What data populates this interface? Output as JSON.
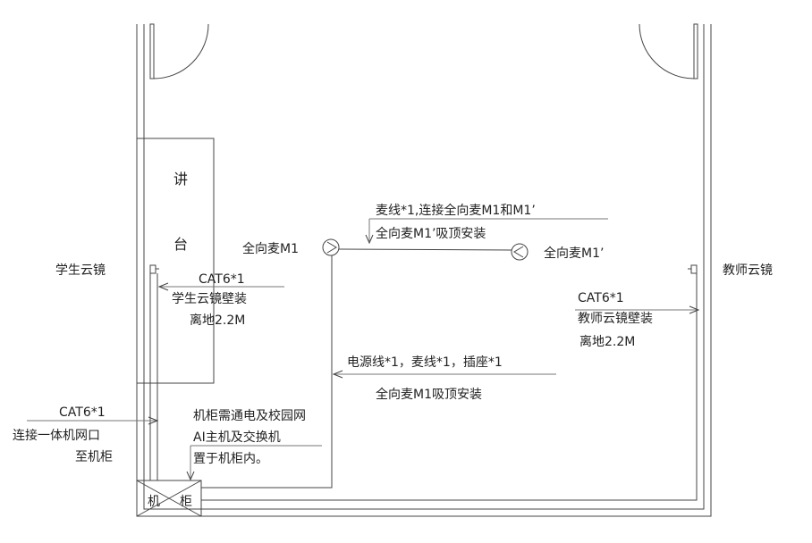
{
  "podium": {
    "char_top": "讲",
    "char_bottom": "台"
  },
  "cabinet": {
    "char_1": "机",
    "char_2": "柜"
  },
  "devices": {
    "student_camera": "学生云镜",
    "teacher_camera": "教师云镜",
    "mic_m1": "全向麦M1",
    "mic_m1_prime": "全向麦M1’"
  },
  "annotations": {
    "mic_cable_line1": "麦线*1,连接全向麦M1和M1’",
    "mic_cable_line2": "全向麦M1’吸顶安装",
    "student_cat6": "CAT6*1",
    "student_mount_1": "学生云镜壁装",
    "student_mount_2": "离地2.2M",
    "teacher_cat6": "CAT6*1",
    "teacher_mount_1": "教师云镜壁装",
    "teacher_mount_2": "离地2.2M",
    "power_line": "电源线*1，麦线*1，插座*1",
    "mic_m1_ceiling": "全向麦M1吸顶安装",
    "cabinet_cat6": "CAT6*1",
    "cabinet_connect_1": "连接一体机网口",
    "cabinet_connect_2": "至机柜",
    "cabinet_note_1": "机柜需通电及校园网",
    "cabinet_note_2": "AI主机及交换机",
    "cabinet_note_3": "置于机柜内。"
  },
  "colors": {
    "line": "#444444",
    "text": "#222222",
    "background": "#ffffff"
  }
}
